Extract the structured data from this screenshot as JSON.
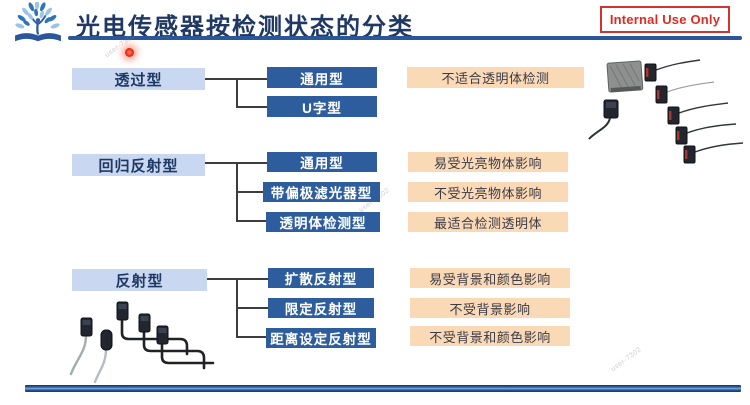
{
  "slide": {
    "title": "光电传感器按检测状态的分类",
    "badge": "Internal Use Only",
    "watermark": "user-7302"
  },
  "diagram": {
    "groups": [
      {
        "label": "透过型",
        "rows": [
          {
            "type": "通用型",
            "note": "不适合透明体检测"
          },
          {
            "type": "U字型",
            "note": ""
          }
        ]
      },
      {
        "label": "回归反射型",
        "rows": [
          {
            "type": "通用型",
            "note": "易受光亮物体影响"
          },
          {
            "type": "带偏极滤光器型",
            "note": "不受光亮物体影响"
          },
          {
            "type": "透明体检测型",
            "note": "最适合检测透明体"
          }
        ]
      },
      {
        "label": "反射型",
        "rows": [
          {
            "type": "扩散反射型",
            "note": "易受背景和颜色影响"
          },
          {
            "type": "限定反射型",
            "note": "不受背景影响"
          },
          {
            "type": "距离设定反射型",
            "note": "不受背景和颜色影响"
          }
        ]
      }
    ]
  },
  "colors": {
    "title_navy": "#1F3864",
    "underline_blue": "#2B579A",
    "left_box_fill": "#C9D8F0",
    "type_box_fill": "#2E5D9E",
    "note_box_fill": "#FAD9B6",
    "badge_red": "#E02B20",
    "connector_gray": "#3D3D3D"
  },
  "icons": {
    "logo": "tree-book-logo",
    "top_right_image": "photoelectric-sensors-with-reflector",
    "bottom_left_image": "photoelectric-sensors-with-cables"
  }
}
